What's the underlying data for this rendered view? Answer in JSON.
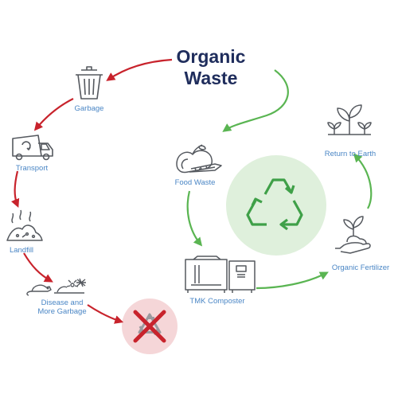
{
  "title_line1": "Organic",
  "title_line2": "Waste",
  "colors": {
    "title": "#1f2d5c",
    "label": "#4a86c5",
    "bad_arrow": "#c8232c",
    "good_arrow": "#5ab552",
    "recycle_green": "#3fa048",
    "green_circle": "#dff0dc",
    "red_circle": "#f5d6d8",
    "icon_gray": "#55595f"
  },
  "labels": {
    "garbage": "Garbage",
    "transport": "Transport",
    "landfill": "Landfill",
    "disease_1": "Disease and",
    "disease_2": "More Garbage",
    "food_waste": "Food Waste",
    "tmk_composter": "TMK Composter",
    "organic_fertilizer": "Organic Fertilizer",
    "return_to_earth": "Return to Earth"
  },
  "icons": {
    "garbage": "trash-can-icon",
    "transport": "garbage-truck-icon",
    "landfill": "landfill-pile-icon",
    "disease": "rat-and-insects-icon",
    "no_recycle": "crossed-recycle-icon",
    "food_waste": "food-waste-icon",
    "composter": "composter-machine-icon",
    "fertilizer": "hand-holding-sprout-icon",
    "earth": "seedlings-icon",
    "recycle": "recycle-arrows-icon"
  }
}
